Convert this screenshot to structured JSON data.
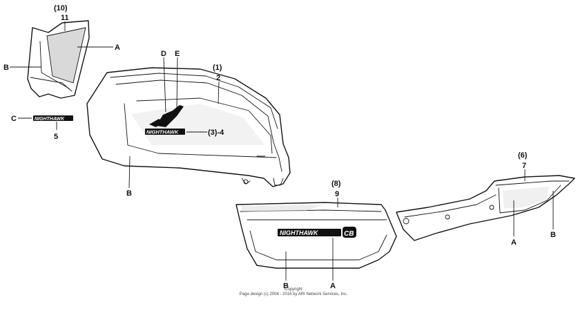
{
  "labels": {
    "l10": "(10)",
    "l11": "11",
    "a1": "A",
    "b1": "B",
    "c": "C",
    "d": "D",
    "e": "E",
    "l1": "(1)",
    "l2": "2",
    "l34": "(3)-4",
    "l5": "5",
    "b2": "B",
    "l6": "(6)",
    "l7": "7",
    "a3": "A",
    "b3": "B",
    "l8": "(8)",
    "l9": "9",
    "b4": "B",
    "a4": "A"
  },
  "decals": {
    "tank_text": "NIGHTHAWK",
    "side_cover_text": "NIGHTHAWK",
    "badge_text": "CB"
  },
  "copyright": {
    "line1": "Copyright",
    "line2": "Page design (c) 2004 - 2016 by ARI Network Services, Inc."
  }
}
